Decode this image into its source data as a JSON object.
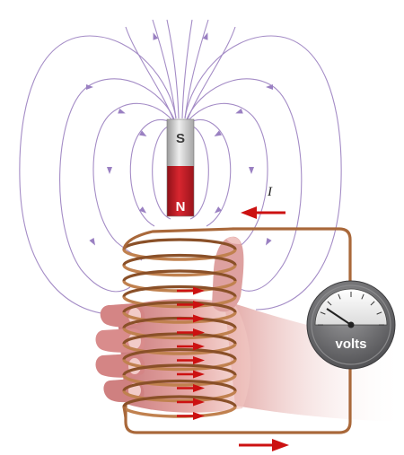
{
  "magnet": {
    "south_label": "S",
    "north_label": "N"
  },
  "current": {
    "label": "I"
  },
  "meter": {
    "label": "volts"
  },
  "colors": {
    "field_lines": "#a48cc6",
    "coil_copper": "#a9683a",
    "arrows": "#cc1111",
    "magnet_north": "#c8202a",
    "magnet_south": "#cfcfcf",
    "skin": "#d98f8f",
    "meter_body": "#6e6e70"
  }
}
